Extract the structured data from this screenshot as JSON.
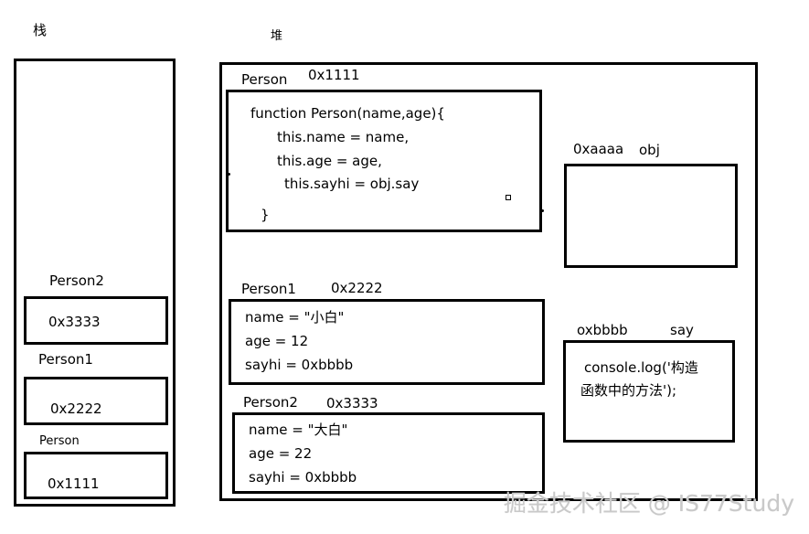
{
  "stack": {
    "title": "栈",
    "slots": [
      {
        "label": "Person2",
        "value": "0x3333"
      },
      {
        "label": "Person1",
        "value": "0x2222"
      },
      {
        "label": "Person",
        "value": "0x1111"
      }
    ]
  },
  "heap": {
    "title": "堆",
    "person_fn": {
      "name": "Person",
      "address": "0x1111",
      "code": [
        "function Person(name,age){",
        "this.name = name,",
        "this.age = age,",
        "this.sayhi = obj.say",
        "}"
      ]
    },
    "person1": {
      "name": "Person1",
      "address": "0x2222",
      "fields": [
        "name = \"小白\"",
        "age = 12",
        "sayhi = 0xbbbb"
      ]
    },
    "person2": {
      "name": "Person2",
      "address": "0x3333",
      "fields": [
        "name = \"大白\"",
        "age = 22",
        "sayhi = 0xbbbb"
      ]
    },
    "obj": {
      "address": "0xaaaa",
      "name": "obj"
    },
    "say": {
      "address": "oxbbbb",
      "name": "say",
      "code": [
        "console.log('构造",
        "函数中的方法');"
      ]
    }
  },
  "watermark": "掘金技术社区 @ IS77Study"
}
